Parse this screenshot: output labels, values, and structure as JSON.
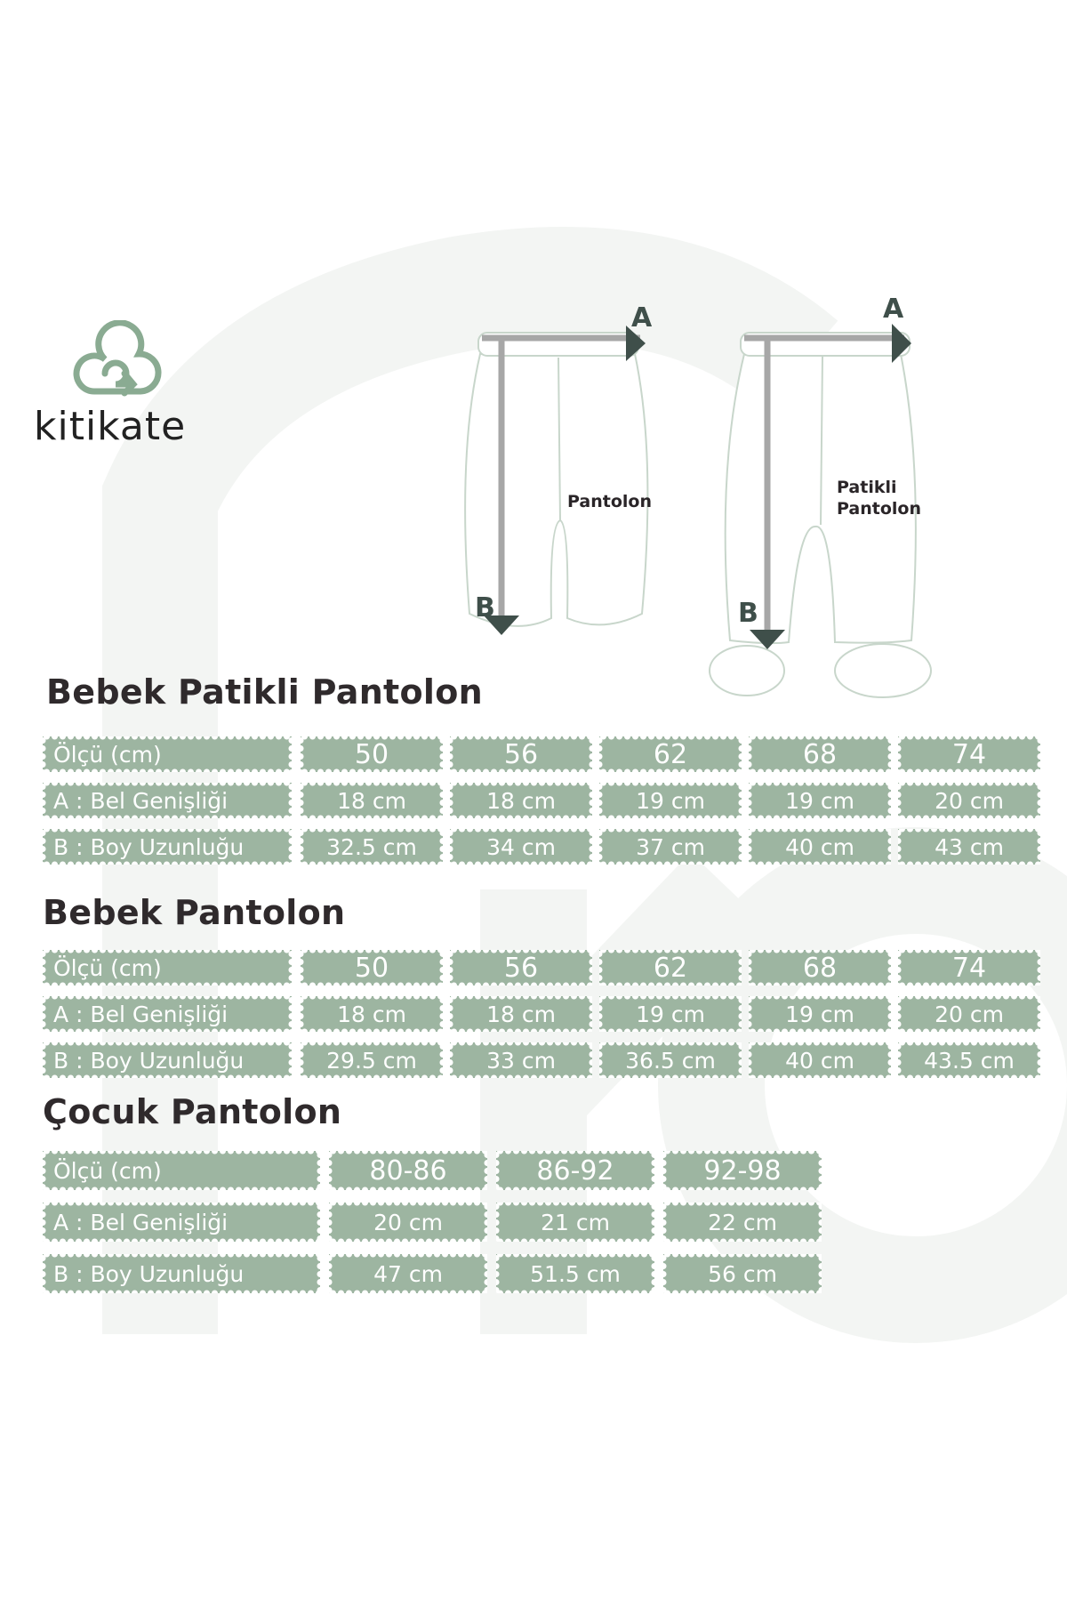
{
  "brand": {
    "name": "kitikate",
    "logo_icon": "cloud-swirl-logo"
  },
  "colors": {
    "cell_fill": "#9db5a1",
    "cell_text": "#ffffff",
    "title_text": "#2f2a2c",
    "watermark": "#f3f5f3"
  },
  "diagrams": {
    "pantolon": {
      "label_lines": [
        "Pantolon"
      ],
      "marker_a": "A",
      "marker_b": "B"
    },
    "patikli": {
      "label_lines": [
        "Patikli",
        "Pantolon"
      ],
      "marker_a": "A",
      "marker_b": "B"
    }
  },
  "tables": [
    {
      "title": "Bebek Patikli Pantolon",
      "rows": [
        {
          "label": "Ölçü (cm)",
          "values": [
            "50",
            "56",
            "62",
            "68",
            "74"
          ]
        },
        {
          "label": "A : Bel Genişliği",
          "values": [
            "18 cm",
            "18 cm",
            "19 cm",
            "19 cm",
            "20 cm"
          ]
        },
        {
          "label": "B : Boy Uzunluğu",
          "values": [
            "32.5 cm",
            "34 cm",
            "37 cm",
            "40 cm",
            "43 cm"
          ]
        }
      ]
    },
    {
      "title": "Bebek Pantolon",
      "rows": [
        {
          "label": "Ölçü (cm)",
          "values": [
            "50",
            "56",
            "62",
            "68",
            "74"
          ]
        },
        {
          "label": "A : Bel Genişliği",
          "values": [
            "18 cm",
            "18 cm",
            "19 cm",
            "19 cm",
            "20 cm"
          ]
        },
        {
          "label": "B : Boy Uzunluğu",
          "values": [
            "29.5 cm",
            "33 cm",
            "36.5 cm",
            "40 cm",
            "43.5 cm"
          ]
        }
      ]
    },
    {
      "title": "Çocuk Pantolon",
      "rows": [
        {
          "label": "Ölçü (cm)",
          "values": [
            "80-86",
            "86-92",
            "92-98"
          ]
        },
        {
          "label": "A : Bel Genişliği",
          "values": [
            "20 cm",
            "21 cm",
            "22 cm"
          ]
        },
        {
          "label": "B : Boy Uzunluğu",
          "values": [
            "47 cm",
            "51.5 cm",
            "56 cm"
          ]
        }
      ]
    }
  ]
}
